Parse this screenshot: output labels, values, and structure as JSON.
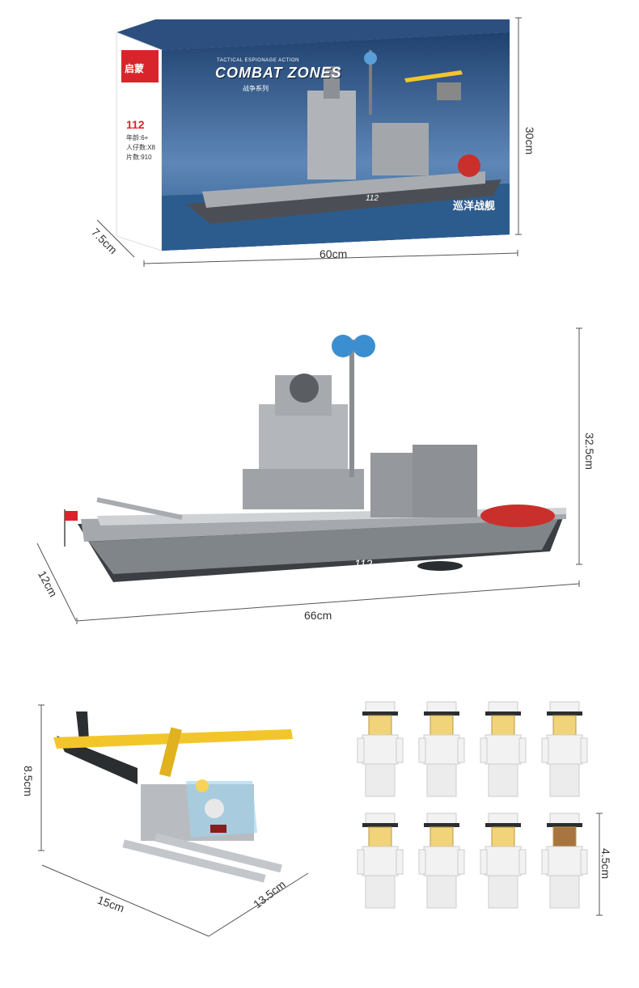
{
  "box": {
    "brand": "启蒙",
    "set_number": "112",
    "age": "年龄:6+",
    "figures": "人仔数:X8",
    "pieces": "片数:910",
    "series_title": "COMBAT ZONES",
    "series_subtitle": "TACTICAL ESPIONAGE ACTION",
    "chinese_series": "战争系列",
    "product_name": "巡洋战舰",
    "hull_number": "112",
    "dims": {
      "width": "60cm",
      "height": "30cm",
      "depth": "7.5cm"
    }
  },
  "ship": {
    "hull_number": "112",
    "dims": {
      "length": "66cm",
      "height": "32.5cm",
      "width": "12cm"
    }
  },
  "helicopter": {
    "dims": {
      "height": "8.5cm",
      "length": "15cm",
      "width": "13.5cm"
    }
  },
  "minifigures": {
    "count": 8,
    "dims": {
      "height": "4.5cm"
    }
  },
  "colors": {
    "box_blue": "#1c3d6b",
    "brand_red": "#d8252b",
    "ship_grey": "#9a9ea3",
    "helicopter_yellow": "#f2c62b",
    "sailor_white": "#f2f2f2"
  }
}
